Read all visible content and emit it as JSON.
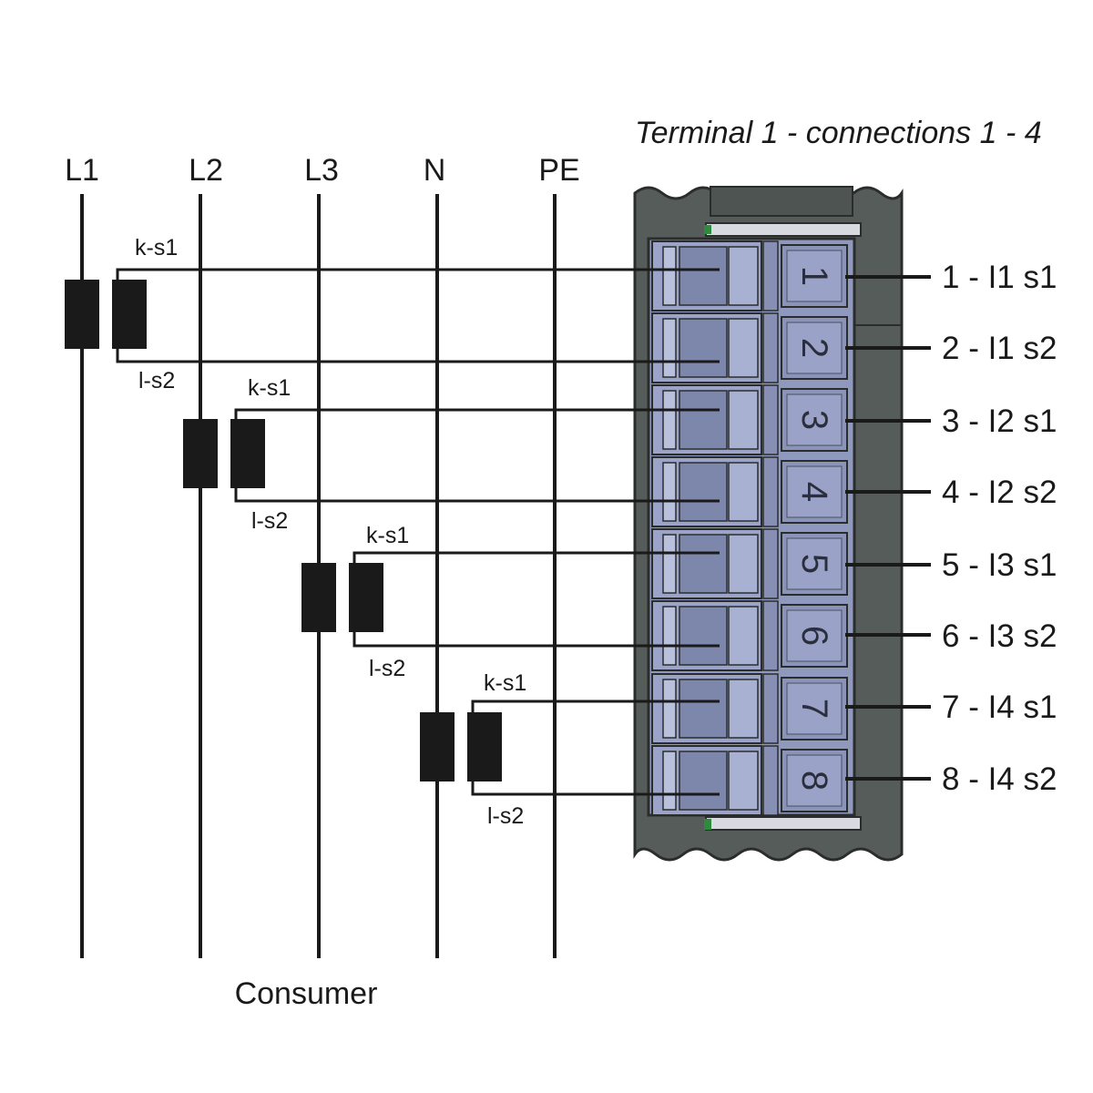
{
  "title": "Terminal 1 - connections 1 - 4",
  "conductors": [
    "L1",
    "L2",
    "L3",
    "N",
    "PE"
  ],
  "transformers": [
    {
      "k_label": "k-s1",
      "l_label": "l-s2"
    },
    {
      "k_label": "k-s1",
      "l_label": "l-s2"
    },
    {
      "k_label": "k-s1",
      "l_label": "l-s2"
    },
    {
      "k_label": "k-s1",
      "l_label": "l-s2"
    }
  ],
  "terminal_numbers": [
    "1",
    "2",
    "3",
    "4",
    "5",
    "6",
    "7",
    "8"
  ],
  "terminal_labels": [
    "1 - I1 s1",
    "2 - I1 s2",
    "3 - I2 s1",
    "4 - I2 s2",
    "5 - I3 s1",
    "6 - I3 s2",
    "7 - I4 s1",
    "8 - I4 s2"
  ],
  "consumer_label": "Consumer",
  "colors": {
    "line": "#1a1a1a",
    "housing": "#565c5a",
    "terminal_block": "#9ba4c8",
    "terminal_dark": "#7d86ab",
    "terminal_light": "#b8c0dc",
    "led": "#2e8b3d"
  }
}
